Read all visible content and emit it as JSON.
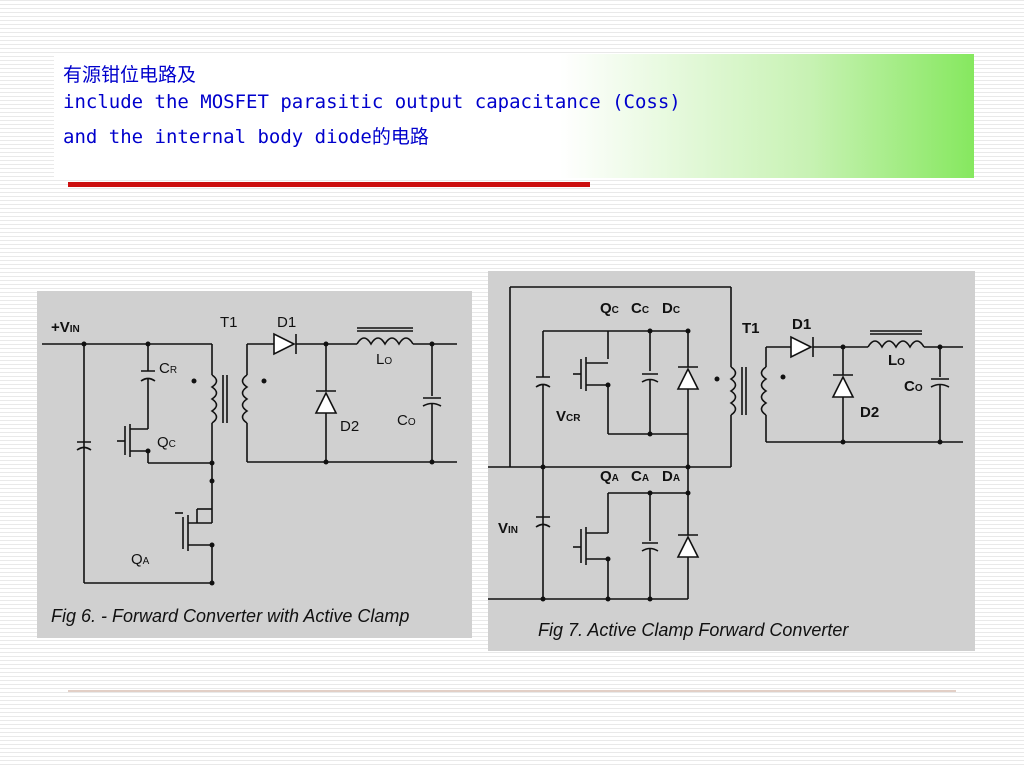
{
  "title": {
    "line1": "有源钳位电路及",
    "line2": "include the MOSFET parasitic output capacitance (Coss)",
    "line3": "and the internal body diode的电路"
  },
  "fig6": {
    "caption": "Fig 6. - Forward Converter with Active Clamp",
    "labels": {
      "vin": "+V",
      "vin_sub": "IN",
      "t1": "T1",
      "d1": "D1",
      "d2": "D2",
      "lo": "L",
      "lo_sub": "O",
      "co": "C",
      "co_sub": "O",
      "cr": "C",
      "cr_sub": "R",
      "qc": "Q",
      "qc_sub": "C",
      "qa": "Q",
      "qa_sub": "A"
    }
  },
  "fig7": {
    "caption": "Fig 7.   Active Clamp Forward Converter",
    "labels": {
      "qc": "Q",
      "qc_sub": "C",
      "cc": "C",
      "cc_sub": "C",
      "dc": "D",
      "dc_sub": "C",
      "qa": "Q",
      "qa_sub": "A",
      "ca": "C",
      "ca_sub": "A",
      "da": "D",
      "da_sub": "A",
      "t1": "T1",
      "d1": "D1",
      "d2": "D2",
      "lo": "L",
      "lo_sub": "O",
      "co": "C",
      "co_sub": "O",
      "vcr": "V",
      "vcr_sub": "CR",
      "vin": "V",
      "vin_sub": "IN"
    }
  }
}
